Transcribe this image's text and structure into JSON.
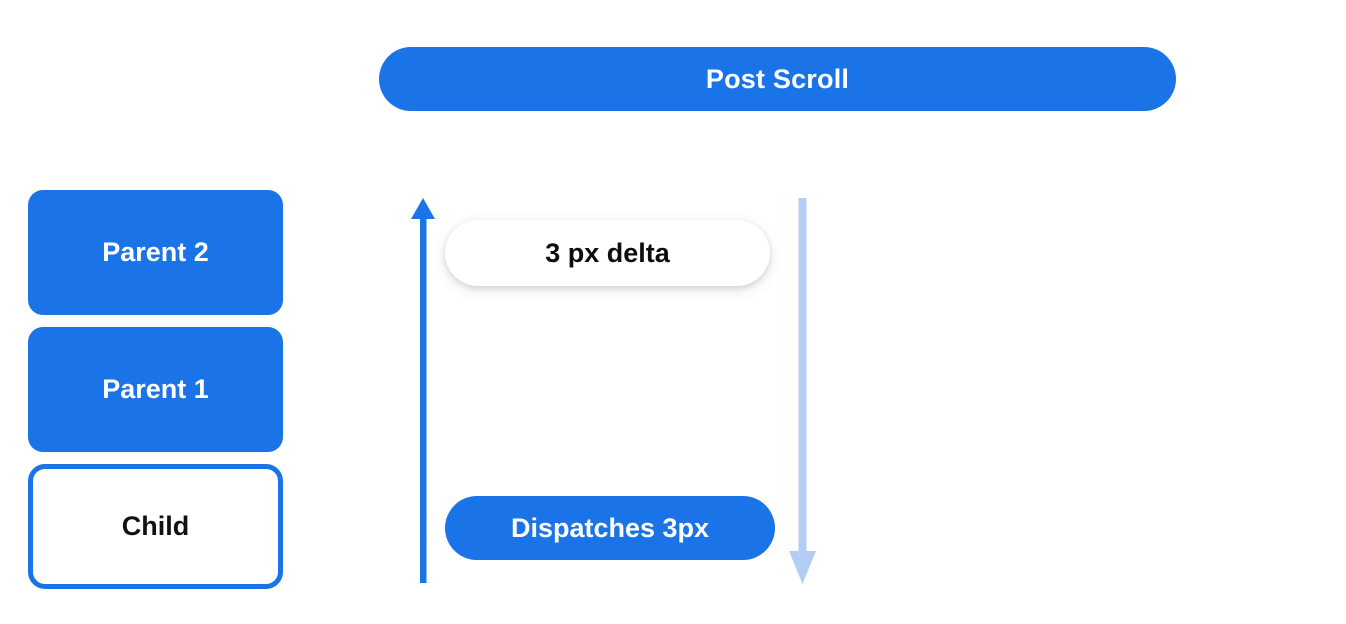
{
  "diagram": {
    "title": "Post Scroll",
    "background_color": "#ffffff",
    "accent_color": "#1b73e8",
    "light_accent_color": "#b3cdf5"
  },
  "header": {
    "label": "Post Scroll"
  },
  "stack": {
    "boxes": [
      {
        "label": "Parent 2",
        "style": "filled"
      },
      {
        "label": "Parent 1",
        "style": "filled"
      },
      {
        "label": "Child",
        "style": "outlined"
      }
    ]
  },
  "flow": {
    "up_arrow": {
      "name": "bubble-up-arrow",
      "direction": "up",
      "color": "#1b73e8"
    },
    "down_arrow": {
      "name": "scroll-down-arrow",
      "direction": "down",
      "color": "#b3cdf5"
    },
    "delta_pill": {
      "label": "3 px delta"
    },
    "dispatch_pill": {
      "label": "Dispatches 3px"
    }
  }
}
